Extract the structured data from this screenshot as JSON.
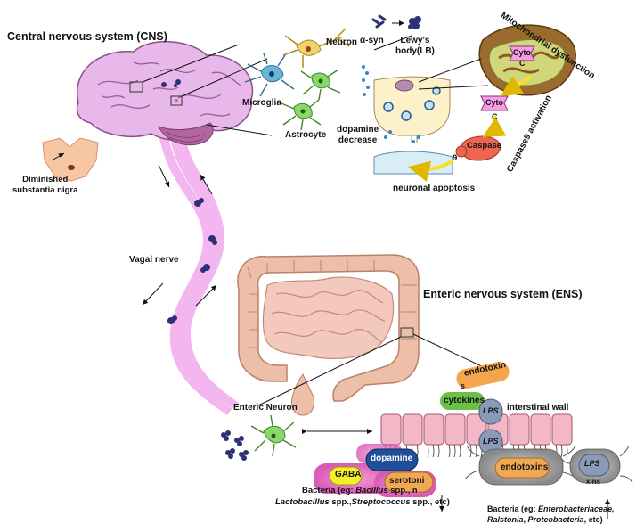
{
  "cns": {
    "title": "Central nervous system (CNS)",
    "substantia_nigra": [
      "Diminished",
      "substantia nigra"
    ],
    "neuron": "Neuron",
    "microglia": "Microglia",
    "astrocyte": "Astrocyte",
    "asyn": "α-syn",
    "lewy": [
      "Lewy's",
      "body(LB)"
    ],
    "dopamine_decrease": [
      "dopamine",
      "decrease"
    ],
    "mito": "Mitochondrial dysfunction",
    "cyto": "Cyto",
    "cyto_c": "C",
    "caspase": "Caspase",
    "caspase_9": "9",
    "caspase9_activation": "Caspase9 activation",
    "apoptosis": "neuronal apoptosis"
  },
  "vagal": "Vagal nerve",
  "ens": {
    "title": "Enteric nervous system (ENS)",
    "enteric_neuron": "Enteric Neuron",
    "endotoxin": "endotoxin",
    "endotoxin_s": "s",
    "cytokines": "cytokines",
    "lps": "LPS",
    "wall": "interstinal wall",
    "dopamine": "dopamine",
    "gaba": "GABA",
    "serotonin": "serotoni",
    "serotonin_n": "n",
    "bacteria_good_1_a": "Bacteria (eg: ",
    "bacteria_good_1_b": "Bacillus",
    "bacteria_good_1_c": " spp.,",
    "bacteria_good_2_a": "Lactobacillus",
    "bacteria_good_2_b": " spp.,",
    "bacteria_good_2_c": "Streptococcus",
    "bacteria_good_2_d": " spp., etc)",
    "endotoxins": "endotoxins",
    "xins": "xins",
    "bacteria_bad_1_a": "Bacteria (eg: ",
    "bacteria_bad_1_b": "Enterobacteriaceae,",
    "bacteria_bad_2_a": "Ralstonia",
    "bacteria_bad_2_b": ", ",
    "bacteria_bad_2_c": "Proteobacteria",
    "bacteria_bad_2_d": ", etc)"
  },
  "colors": {
    "nerve": "#f4b6ee",
    "brain": "#e9b8ea",
    "cerebellum": "#b1669f",
    "gut": "#f3c9bd",
    "colon": "#eebfa8",
    "cyto": "#f59ee6",
    "caspase": "#f0654f",
    "endotoxin": "#f4a64c",
    "cytokines": "#6cc04a",
    "lps": "#8a9bb8",
    "dopamine": "#1f4f9a",
    "gaba": "#f5ef2b",
    "serotonin": "#f0a853",
    "arrow_yellow": "#f5e227"
  }
}
